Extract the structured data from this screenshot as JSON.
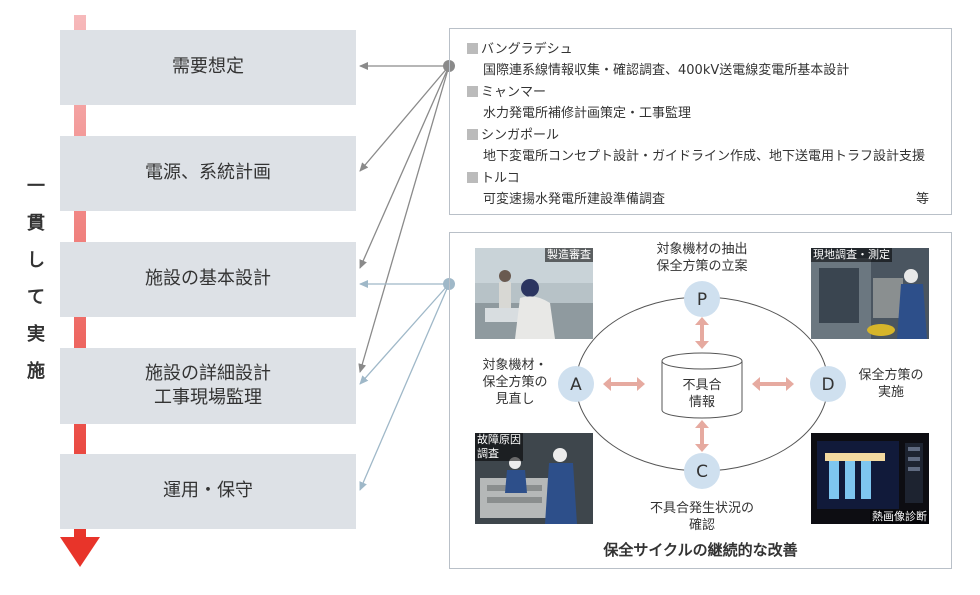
{
  "flow": {
    "vertical_label": [
      "一",
      "貫",
      "し",
      "て",
      "実",
      "施"
    ],
    "stages": [
      {
        "line1": "需要想定",
        "line2": ""
      },
      {
        "line1": "電源、系統計画",
        "line2": ""
      },
      {
        "line1": "施設の基本設計",
        "line2": ""
      },
      {
        "line1": "施設の詳細設計",
        "line2": "工事現場監理"
      },
      {
        "line1": "運用・保守",
        "line2": ""
      }
    ]
  },
  "projects": {
    "items": [
      {
        "country": "バングラデシュ",
        "detail": "国際連系線情報収集・確認調査、400kV送電線変電所基本設計"
      },
      {
        "country": "ミャンマー",
        "detail": "水力発電所補修計画策定・工事監理"
      },
      {
        "country": "シンガポール",
        "detail": "地下変電所コンセプト設計・ガイドライン作成、地下送電用トラフ設計支援"
      },
      {
        "country": "トルコ",
        "detail": "可変速揚水発電所建設準備調査"
      }
    ],
    "etc": "等"
  },
  "pdca": {
    "title": "保全サイクルの継続的な改善",
    "center": {
      "line1": "不具合",
      "line2": "情報"
    },
    "nodes": {
      "P": {
        "letter": "P",
        "label": [
          "対象機材の抽出",
          "保全方策の立案"
        ]
      },
      "D": {
        "letter": "D",
        "label": [
          "保全方策の",
          "実施"
        ]
      },
      "C": {
        "letter": "C",
        "label": [
          "不具合発生状況の",
          "確認"
        ]
      },
      "A": {
        "letter": "A",
        "label": [
          "対象機材・",
          "保全方策の",
          "見直し"
        ]
      }
    },
    "photos": {
      "tl": "製造審査",
      "tr": "現地調査・測定",
      "bl": [
        "故障原因",
        "調査"
      ],
      "br": "熱画像診断"
    }
  },
  "colors": {
    "stage_bg": "#dde1e6",
    "arrow_gray": "#8a8a8a",
    "arrow_blue": "#9fb8c8",
    "pdca_node": "#cfe0ef",
    "pdca_arrow": "#e6aaa0",
    "flow_arrow_top": "#f4a7a9",
    "flow_arrow_bottom": "#e8342a"
  }
}
